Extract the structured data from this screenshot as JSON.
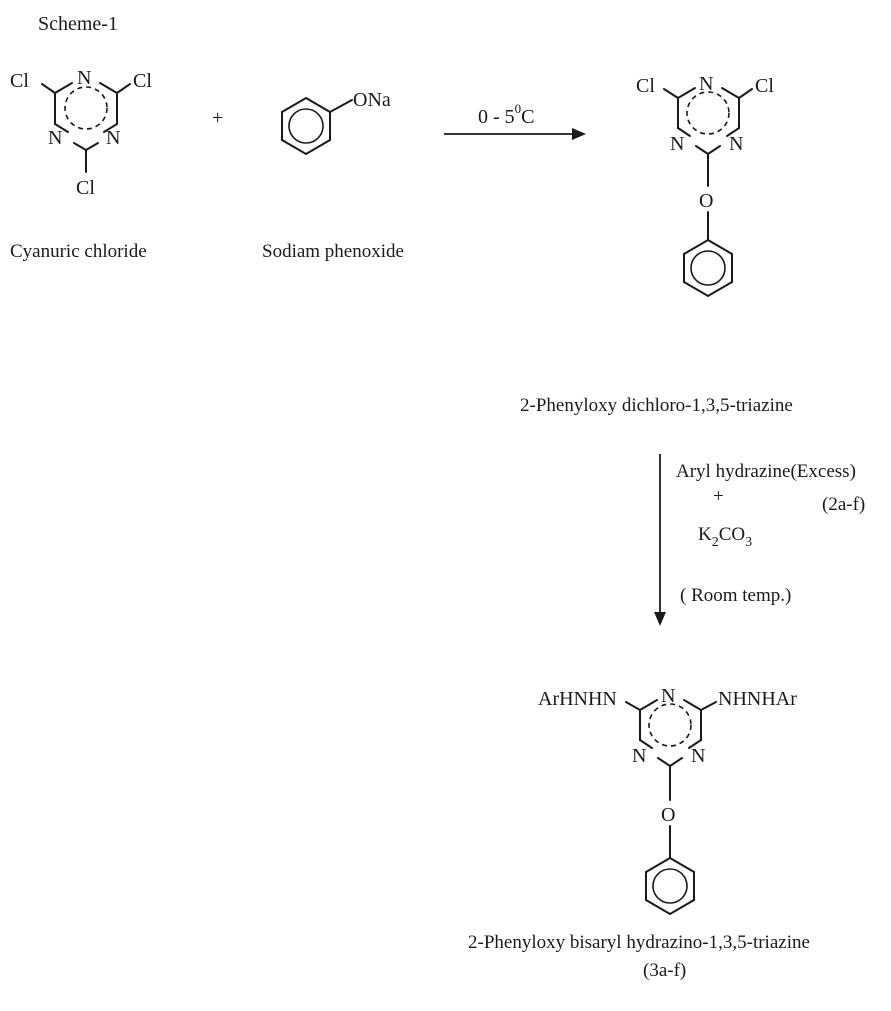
{
  "scheme": {
    "title": "Scheme-1",
    "plus_sign": "+",
    "reactant_1": {
      "caption": "Cyanuric chloride",
      "atoms": {
        "cl": "Cl",
        "n": "N"
      }
    },
    "reactant_2": {
      "caption": "Sodiam phenoxide",
      "substituent": "ONa"
    },
    "step_1": {
      "condition_main": "0 - 5",
      "condition_sup": "0",
      "condition_unit": "C"
    },
    "intermediate": {
      "caption": "2-Phenyloxy dichloro-1,3,5-triazine",
      "atoms": {
        "cl": "Cl",
        "n": "N",
        "o": "O"
      }
    },
    "step_2": {
      "reagent_line": "Aryl hydrazine(Excess)",
      "reagent_code": "(2a-f)",
      "plus": "+",
      "base_k": "K",
      "base_k_sub": "2",
      "base_co": "CO",
      "base_co_sub": "3",
      "temperature": "( Room temp.)"
    },
    "product": {
      "caption_line_1": "2-Phenyloxy bisaryl hydrazino-1,3,5-triazine",
      "caption_line_2": "(3a-f)",
      "atoms": {
        "n": "N",
        "o": "O",
        "left_group": "ArHNHN",
        "right_group": "NHNHAr"
      }
    }
  }
}
